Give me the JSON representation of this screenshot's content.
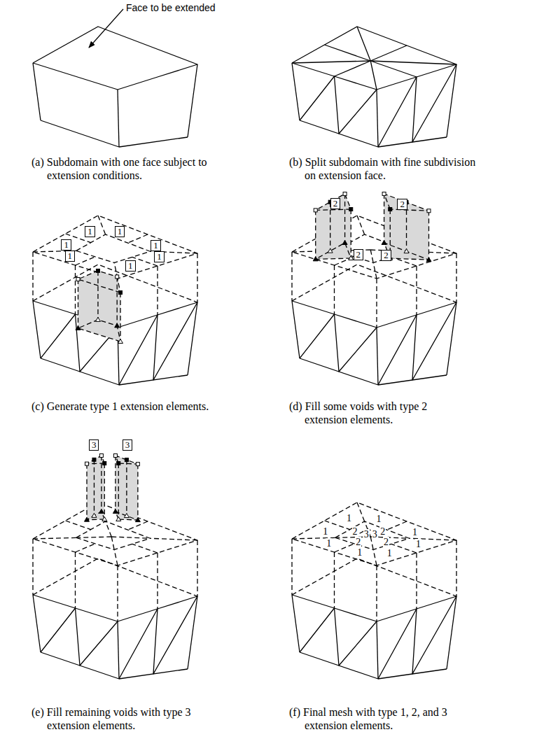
{
  "diagram": {
    "nodes": [
      {
        "text": [
          "1"
        ]
      },
      {
        "text": [
          "1"
        ]
      },
      {
        "text": [
          "1"
        ]
      },
      {
        "text": [
          "1"
        ]
      },
      {
        "text": [
          "1"
        ]
      },
      {
        "text": [
          "1"
        ]
      },
      {
        "text": [
          "1"
        ]
      },
      {
        "text": [
          "2"
        ]
      },
      {
        "text": [
          "2"
        ]
      },
      {
        "text": [
          "2"
        ]
      },
      {
        "text": [
          "2"
        ]
      },
      {
        "text": [
          "3"
        ]
      },
      {
        "text": [
          "3"
        ]
      }
    ],
    "labels": [
      "Face to be extended",
      "(a) Subdomain with one face subject to extension conditions.",
      "(b) Split subdomain with fine subdivision on extension face.",
      "(c) Generate type 1 extension elements.",
      "(d) Fill some voids with type 2 extension elements.",
      "(e) Fill remaining voids with type 3 extension elements.",
      "(f) Final mesh with type 1, 2, and 3 extension elements.",
      "1",
      "1",
      "1",
      "1",
      "1",
      "1",
      "1",
      "1",
      "2",
      "2",
      "2",
      "2",
      "3",
      "3"
    ]
  }
}
